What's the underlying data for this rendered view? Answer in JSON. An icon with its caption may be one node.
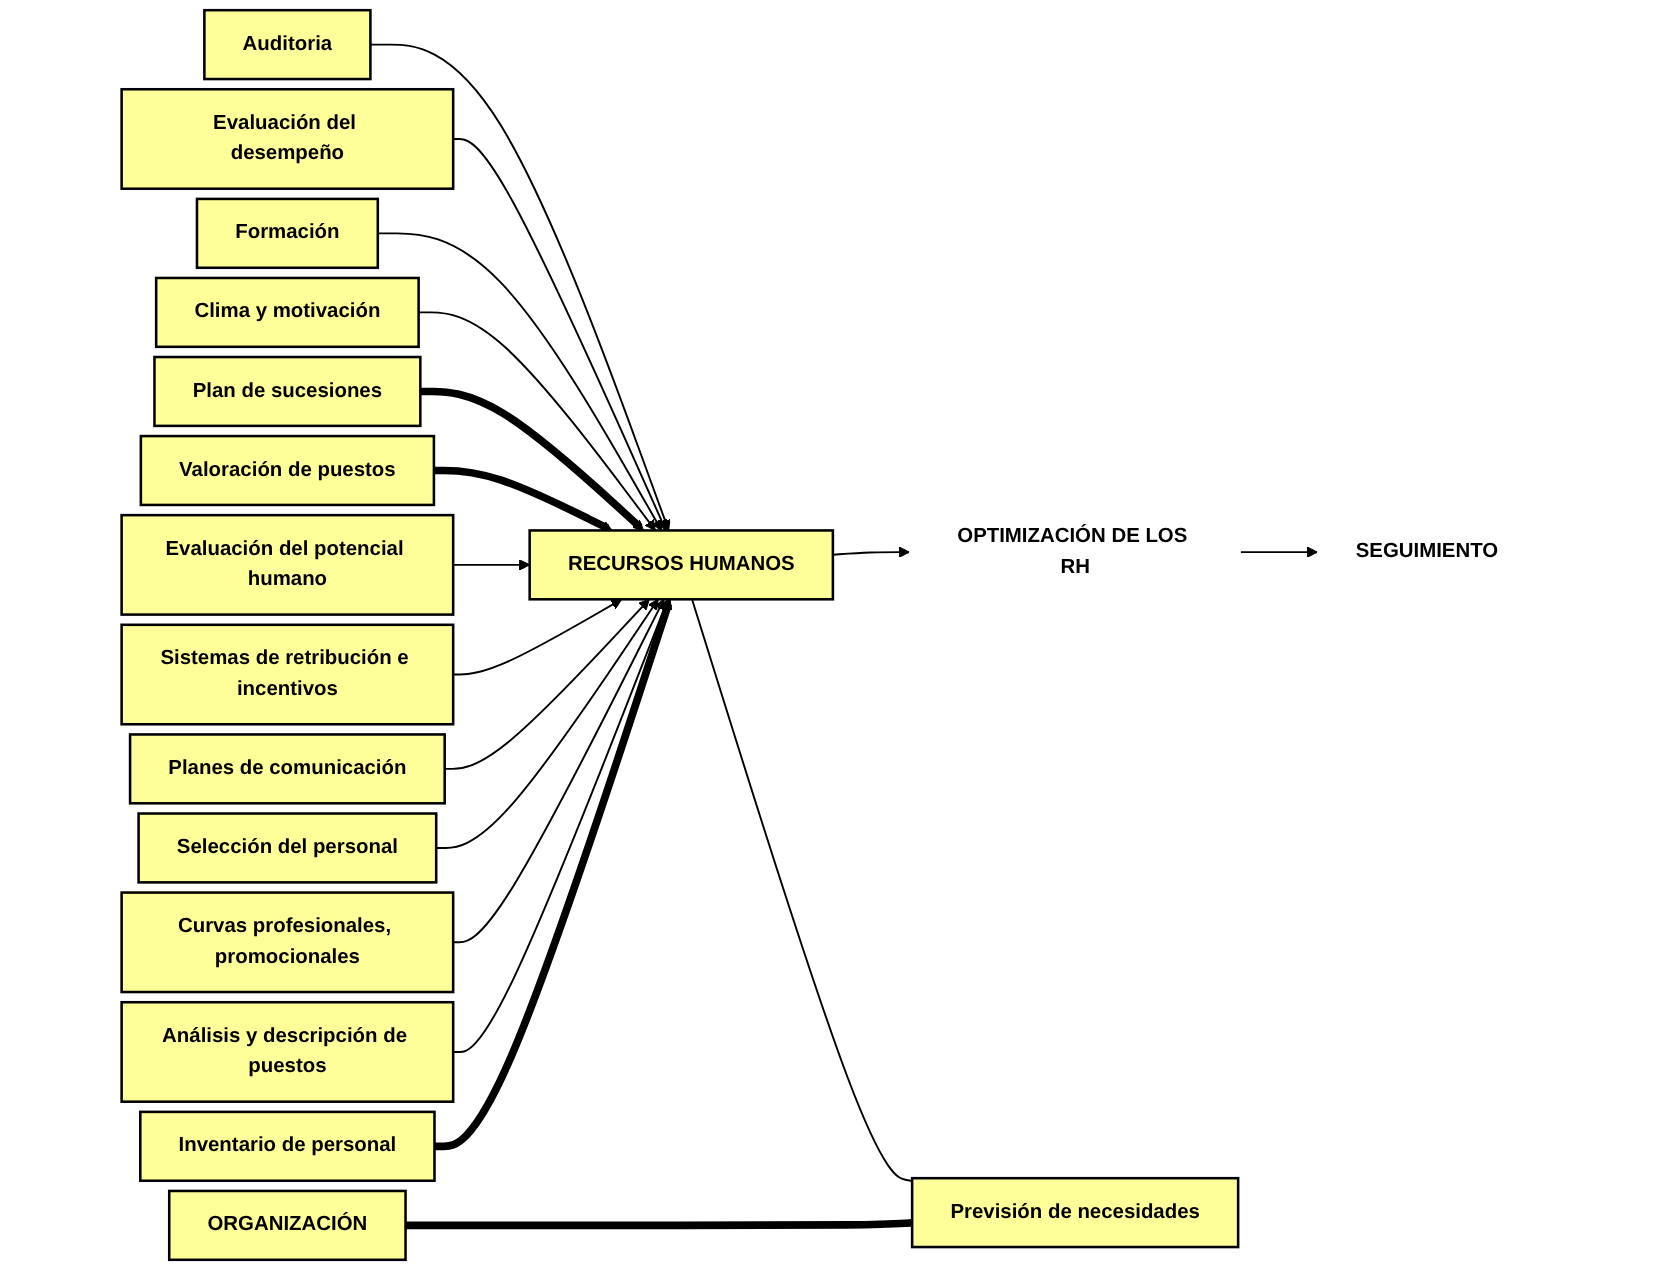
{
  "diagram": {
    "nodes": [
      {
        "text": [
          "RECURSOS HUMANOS"
        ]
      },
      {
        "text": [
          "ORGANIZACIÓN"
        ]
      },
      {
        "text": [
          "Inventario de personal"
        ]
      },
      {
        "text": [
          "Análisis y descripción de puestos"
        ]
      },
      {
        "text": [
          "Curvas profesionales, promocionales"
        ]
      },
      {
        "text": [
          "Selección del personal"
        ]
      },
      {
        "text": [
          "Planes de comunicación"
        ]
      },
      {
        "text": [
          "Sistemas de retribución e incentivos"
        ]
      },
      {
        "text": [
          "Evaluación del potencial humano"
        ]
      },
      {
        "text": [
          "Valoración de puestos"
        ]
      },
      {
        "text": [
          "Plan de sucesiones"
        ]
      },
      {
        "text": [
          "Clima y motivación"
        ]
      },
      {
        "text": [
          "Formación"
        ]
      },
      {
        "text": [
          "Evaluación del desempeño"
        ]
      },
      {
        "text": [
          "Auditoria"
        ]
      },
      {
        "text": [
          "Previsión de necesidades"
        ]
      },
      {
        "text": [
          "OPTIMIZACIÓN DE LOS RH"
        ]
      },
      {
        "text": [
          "SEGUIMIENTO"
        ]
      }
    ],
    "edges": [
      {
        "from": 2,
        "to": 0,
        "arrow": "to",
        "style": "thick"
      },
      {
        "from": 3,
        "to": 0,
        "arrow": "to"
      },
      {
        "from": 4,
        "to": 0,
        "arrow": "to"
      },
      {
        "from": 5,
        "to": 0,
        "arrow": "to"
      },
      {
        "from": 6,
        "to": 0,
        "arrow": "to"
      },
      {
        "from": 7,
        "to": 0,
        "arrow": "to"
      },
      {
        "from": 8,
        "to": 0,
        "arrow": "to"
      },
      {
        "from": 9,
        "to": 0,
        "arrow": "to",
        "style": "thick"
      },
      {
        "from": 10,
        "to": 0,
        "arrow": "to",
        "style": "thick"
      },
      {
        "from": 11,
        "to": 0,
        "arrow": "to"
      },
      {
        "from": 12,
        "to": 0,
        "arrow": "to"
      },
      {
        "from": 13,
        "to": 0,
        "arrow": "to"
      },
      {
        "from": 14,
        "to": 0,
        "arrow": "to"
      },
      {
        "from": 1,
        "to": 15,
        "arrow": "none",
        "style": "thick"
      },
      {
        "from": 0,
        "to": 15,
        "arrow": "none"
      },
      {
        "from": 0,
        "to": 16,
        "arrow": "to"
      },
      {
        "from": 16,
        "to": 17,
        "arrow": "to"
      }
    ]
  }
}
